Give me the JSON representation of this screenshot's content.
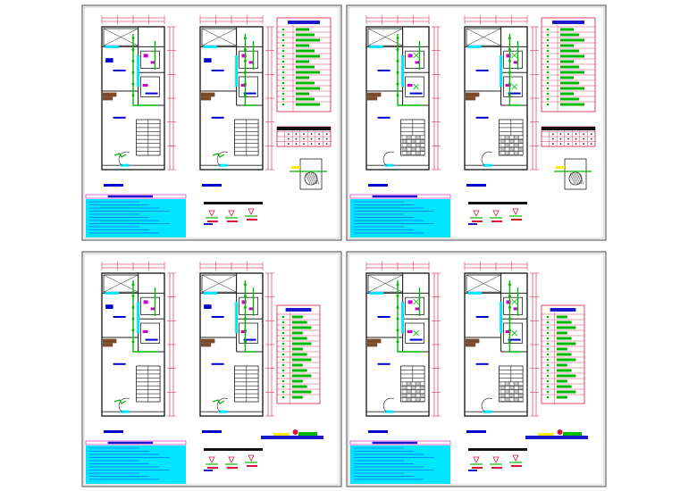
{
  "colors": {
    "wall": "#222222",
    "dimension": "#d4143c",
    "conduit": "#00b800",
    "fixture": "#cc00cc",
    "room_tag": "#0000cc",
    "table_header": "#1a1acc",
    "notes_fill": "#00e5ff",
    "highlight": "#ffee00"
  },
  "sheets": [
    {
      "id": "sheet-top-left",
      "variant": "power",
      "has_legend": true,
      "has_schedule_grid": true
    },
    {
      "id": "sheet-top-right",
      "variant": "lighting",
      "has_legend": true,
      "has_schedule_grid": true
    },
    {
      "id": "sheet-bottom-left",
      "variant": "power",
      "has_legend": true,
      "has_schedule_grid": false
    },
    {
      "id": "sheet-bottom-right",
      "variant": "lighting",
      "has_legend": true,
      "has_schedule_grid": false
    }
  ]
}
